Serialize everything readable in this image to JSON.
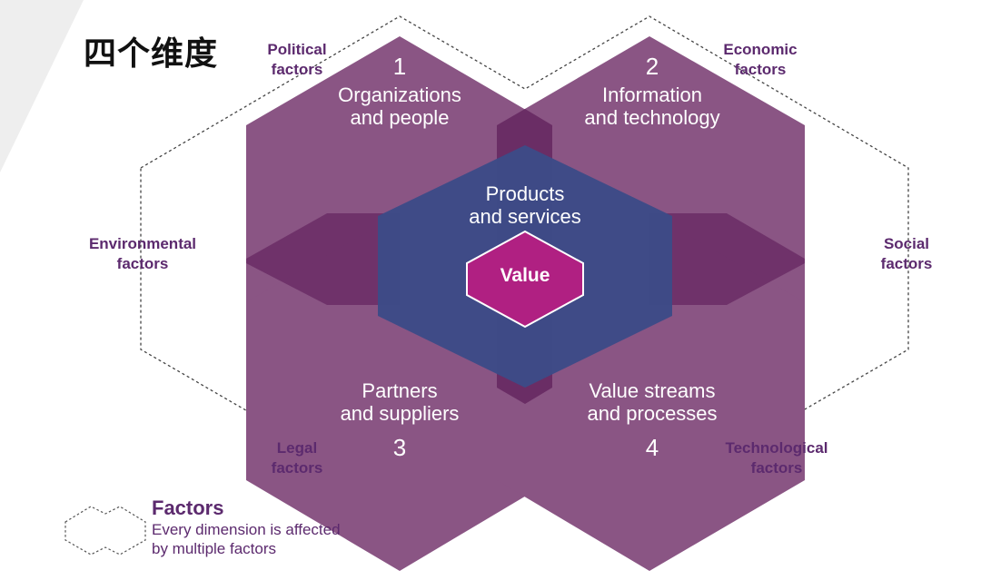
{
  "title": "四个维度",
  "colors": {
    "dimension_fill": "#8a5584",
    "dimension_overlap": "#6a2d65",
    "products_fill": "#3d4b87",
    "value_fill": "#b02082",
    "factor_text": "#5c2a6e",
    "dashed_outline": "#444444"
  },
  "factors": {
    "political": "Political\nfactors",
    "economic": "Economic\nfactors",
    "environmental": "Environmental\nfactors",
    "social": "Social\nfactors",
    "legal": "Legal\nfactors",
    "technological": "Technological\nfactors"
  },
  "dimensions": [
    {
      "number": "1",
      "label": "Organizations\nand people"
    },
    {
      "number": "2",
      "label": "Information\nand technology"
    },
    {
      "number": "3",
      "label": "Partners\nand suppliers"
    },
    {
      "number": "4",
      "label": "Value streams\nand processes"
    }
  ],
  "center": {
    "products": "Products\nand services",
    "value": "Value"
  },
  "legend": {
    "title": "Factors",
    "description": "Every dimension is affected\nby multiple factors"
  }
}
